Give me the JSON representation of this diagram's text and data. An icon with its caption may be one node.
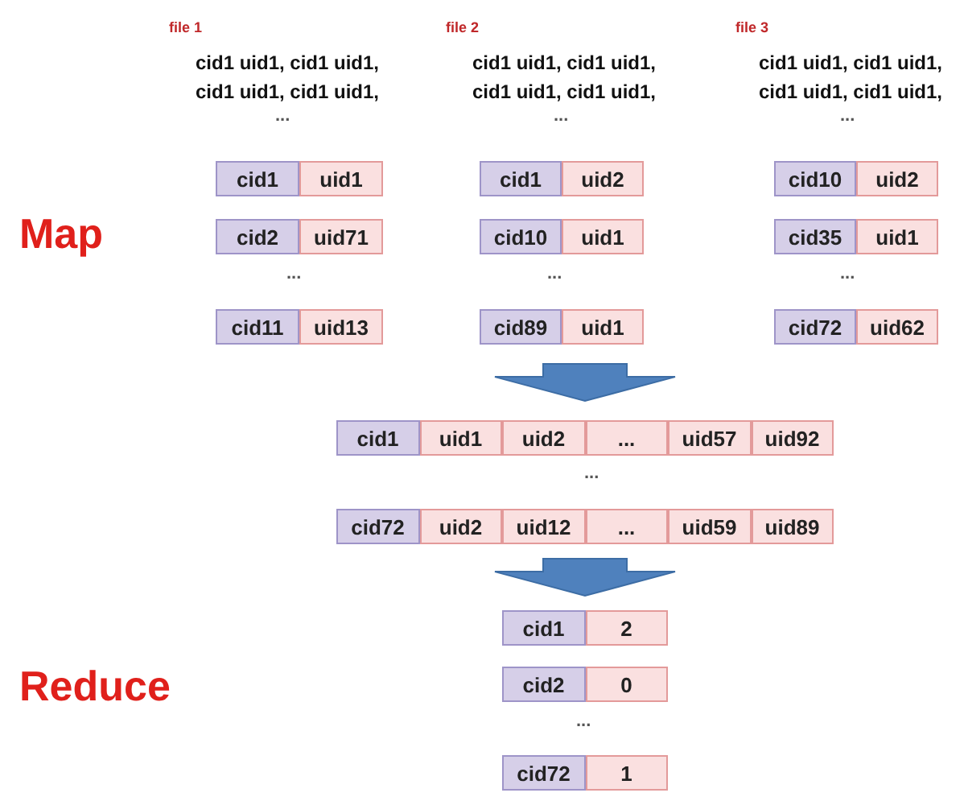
{
  "diagram": {
    "nodes": [
      {
        "text": [
          "cid1",
          "uid1"
        ]
      },
      {
        "text": [
          "cid2",
          "uid71"
        ]
      },
      {
        "text": [
          "cid11",
          "uid13"
        ]
      },
      {
        "text": [
          "cid1",
          "uid2"
        ]
      },
      {
        "text": [
          "cid10",
          "uid1"
        ]
      },
      {
        "text": [
          "cid89",
          "uid1"
        ]
      },
      {
        "text": [
          "cid10",
          "uid2"
        ]
      },
      {
        "text": [
          "cid35",
          "uid1"
        ]
      },
      {
        "text": [
          "cid72",
          "uid62"
        ]
      },
      {
        "text": [
          "cid1",
          "uid1",
          "uid2",
          "...",
          "uid57",
          "uid92"
        ]
      },
      {
        "text": [
          "cid72",
          "uid2",
          "uid12",
          "...",
          "uid59",
          "uid89"
        ]
      },
      {
        "text": [
          "cid1",
          "2"
        ]
      },
      {
        "text": [
          "cid2",
          "0"
        ]
      },
      {
        "text": [
          "cid72",
          "1"
        ]
      }
    ],
    "edges": [
      {
        "from": 5,
        "to": 9,
        "arrow": "to",
        "style": "thick"
      },
      {
        "from": 10,
        "to": 11,
        "arrow": "to",
        "style": "thick"
      }
    ],
    "labels": [
      "file 1",
      "cid1 uid1, cid1 uid1, cid1 uid1, cid1 uid1,",
      "...",
      "file 2",
      "cid1 uid1, cid1 uid1, cid1 uid1, cid1 uid1,",
      "...",
      "file 3",
      "cid1 uid1, cid1 uid1, cid1 uid1, cid1 uid1,",
      "...",
      "Map",
      "...",
      "...",
      "...",
      "...",
      "Reduce",
      "..."
    ]
  }
}
